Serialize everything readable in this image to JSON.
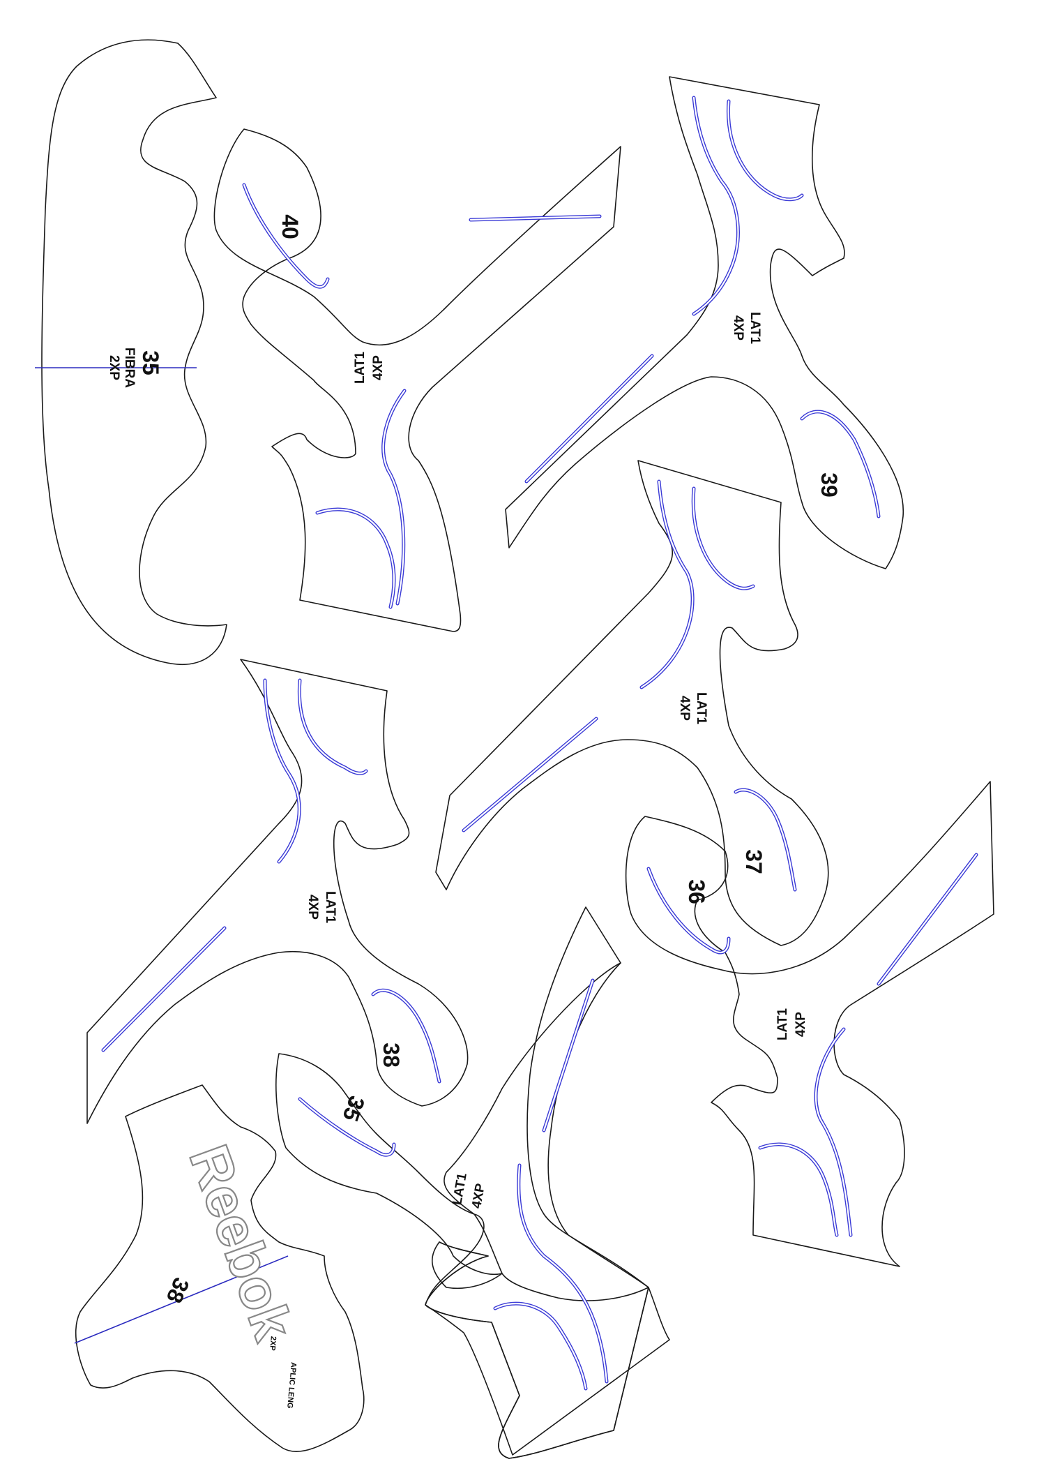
{
  "pieces": {
    "fibra": {
      "size": "35",
      "material": "FIBRA",
      "qty": "2XP"
    },
    "lat_40": {
      "size": "40",
      "part": "LAT1",
      "qty": "4XP"
    },
    "lat_39": {
      "size": "39",
      "part": "LAT1",
      "qty": "4XP"
    },
    "lat_37": {
      "size": "37",
      "part": "LAT1",
      "qty": "4XP"
    },
    "lat_38": {
      "size": "38",
      "part": "LAT1",
      "qty": "4XP"
    },
    "lat_36": {
      "size": "36",
      "part": "LAT1",
      "qty": "4XP"
    },
    "lat_35": {
      "size": "35",
      "part": "LAT1",
      "qty": "4XP"
    },
    "aplic": {
      "size": "38",
      "logo": "Reebok",
      "part": "APLIC LENG",
      "qty": "2XP"
    }
  },
  "colors": {
    "outline": "#1a1a1a",
    "slot": "#3a3ad6",
    "axis": "#2b2bbf",
    "logo_stroke": "#888888"
  }
}
